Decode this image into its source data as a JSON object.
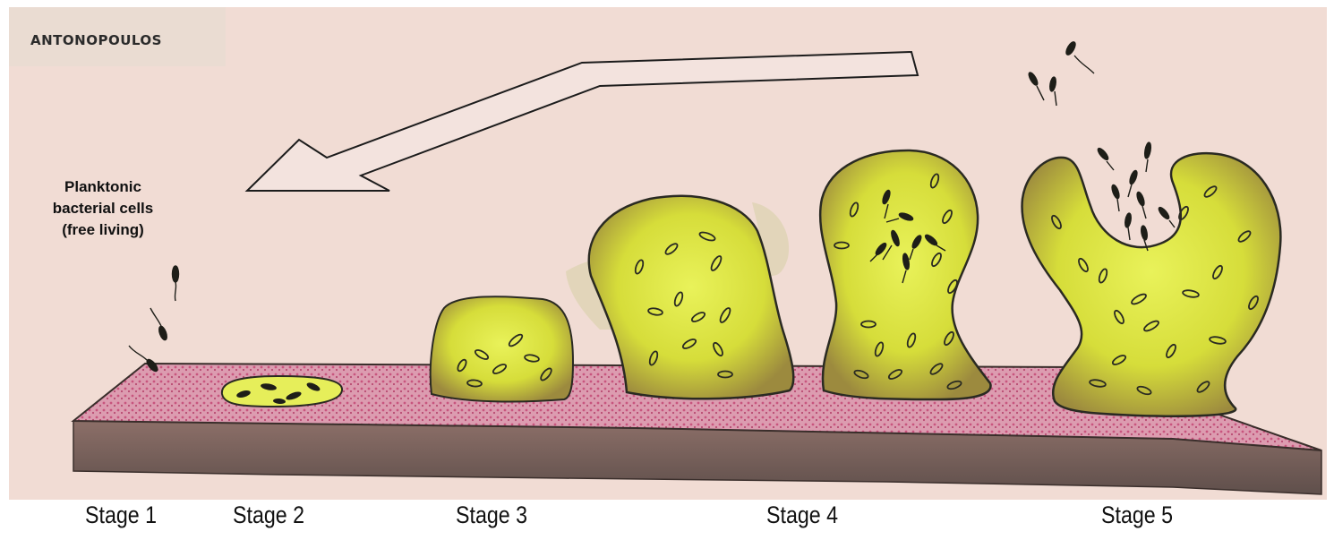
{
  "figure": {
    "signature": "ANTONOPOULOS",
    "planktonic_label": {
      "line1": "Planktonic",
      "line2": "bacterial cells",
      "line3": "(free living)"
    },
    "stages": [
      {
        "label": "Stage 1"
      },
      {
        "label": "Stage 2"
      },
      {
        "label": "Stage 3"
      },
      {
        "label": "Stage 4"
      },
      {
        "label": "Stage 5"
      }
    ],
    "colors": {
      "background_paper": "#f1dcd4",
      "substrate_surface": "#d98aa5",
      "substrate_side": "#7d6660",
      "biofilm_fill": "#d8e23a",
      "biofilm_shade": "#8a7f3a",
      "bacteria": "#2a2a22"
    }
  }
}
